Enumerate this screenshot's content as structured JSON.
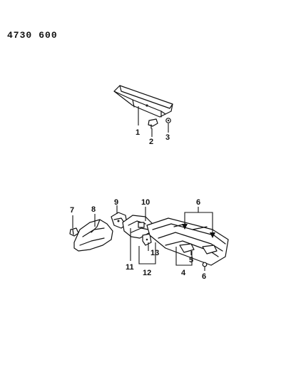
{
  "header": {
    "catalog_number": "4730",
    "page_number": "600"
  },
  "callouts": {
    "c1": "1",
    "c2": "2",
    "c3": "3",
    "c4": "4",
    "c5": "5",
    "c6_top": "6",
    "c6_bottom": "6",
    "c7": "7",
    "c8": "8",
    "c9": "9",
    "c10": "10",
    "c11": "11",
    "c12": "12",
    "c13": "13"
  }
}
